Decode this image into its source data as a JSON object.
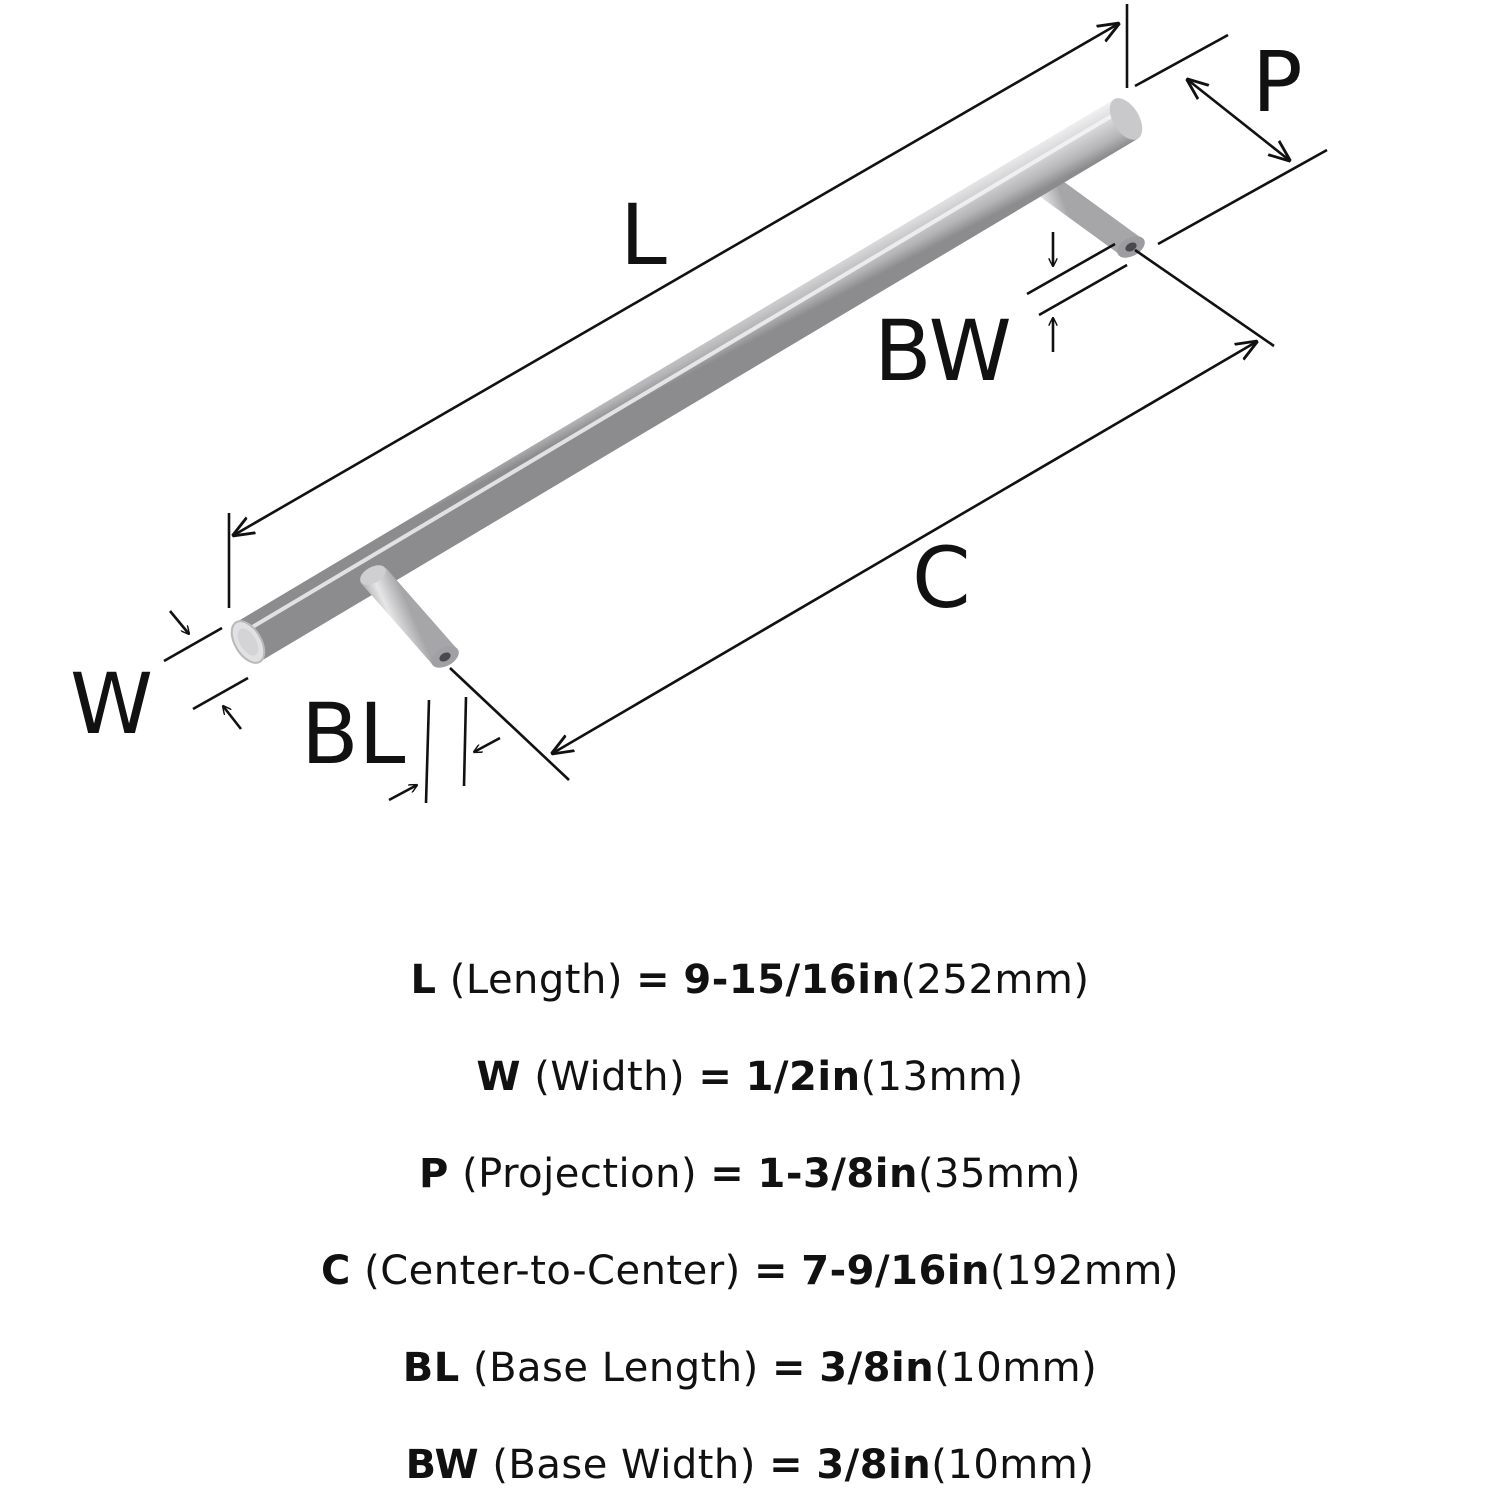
{
  "colors": {
    "ink": "#111111",
    "steel_light": "#e3e3e4",
    "steel_mid": "#bdbcbe",
    "steel_dark": "#8f8e91",
    "background": "#ffffff"
  },
  "diagram": {
    "labels": {
      "length": "L",
      "width": "W",
      "projection": "P",
      "center": "C",
      "base_length": "BL",
      "base_width": "BW"
    }
  },
  "specs": [
    {
      "code": "L",
      "name": "(Length)",
      "eq": "=",
      "imperial": "9-15/16in",
      "metric": "(252mm)"
    },
    {
      "code": "W",
      "name": "(Width)",
      "eq": "=",
      "imperial": "1/2in",
      "metric": "(13mm)"
    },
    {
      "code": "P",
      "name": "(Projection)",
      "eq": "=",
      "imperial": "1-3/8in",
      "metric": "(35mm)"
    },
    {
      "code": "C",
      "name": "(Center-to-Center)",
      "eq": "=",
      "imperial": "7-9/16in",
      "metric": "(192mm)"
    },
    {
      "code": "BL",
      "name": "(Base Length)",
      "eq": "=",
      "imperial": "3/8in",
      "metric": "(10mm)"
    },
    {
      "code": "BW",
      "name": "(Base Width)",
      "eq": "=",
      "imperial": "3/8in",
      "metric": "(10mm)"
    }
  ]
}
